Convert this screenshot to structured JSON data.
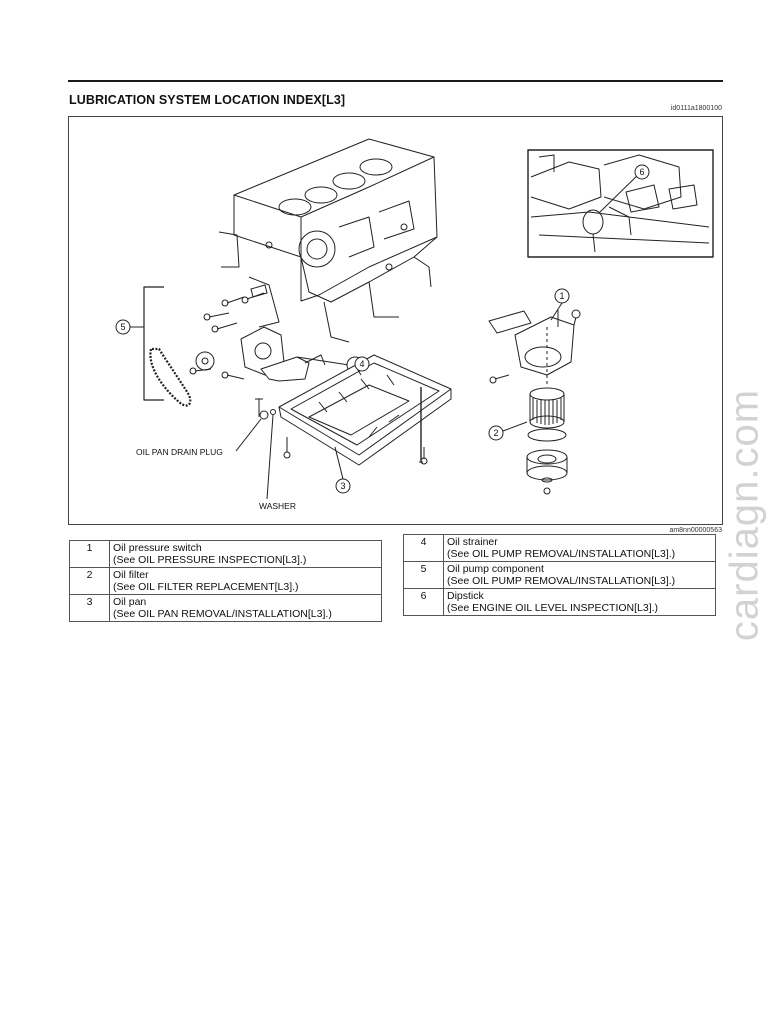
{
  "title": "LUBRICATION SYSTEM LOCATION INDEX[L3]",
  "doc_id": "id0111a1800100",
  "figure": {
    "id": "am8nn00000563",
    "labels": {
      "drain_plug": "OIL PAN DRAIN PLUG",
      "washer": "WASHER"
    },
    "callouts": [
      "1",
      "2",
      "3",
      "4",
      "5",
      "6"
    ]
  },
  "watermark": "cardiagn.com",
  "legend_left": [
    {
      "num": "1",
      "name": "Oil pressure switch",
      "ref": "(See OIL PRESSURE INSPECTION[L3].)"
    },
    {
      "num": "2",
      "name": "Oil filter",
      "ref": "(See OIL FILTER REPLACEMENT[L3].)"
    },
    {
      "num": "3",
      "name": "Oil pan",
      "ref": "(See OIL PAN REMOVAL/INSTALLATION[L3].)"
    }
  ],
  "legend_right": [
    {
      "num": "4",
      "name": "Oil strainer",
      "ref": "(See OIL PUMP REMOVAL/INSTALLATION[L3].)"
    },
    {
      "num": "5",
      "name": "Oil pump component",
      "ref": "(See OIL PUMP REMOVAL/INSTALLATION[L3].)"
    },
    {
      "num": "6",
      "name": "Dipstick",
      "ref": "(See ENGINE OIL LEVEL INSPECTION[L3].)"
    }
  ]
}
